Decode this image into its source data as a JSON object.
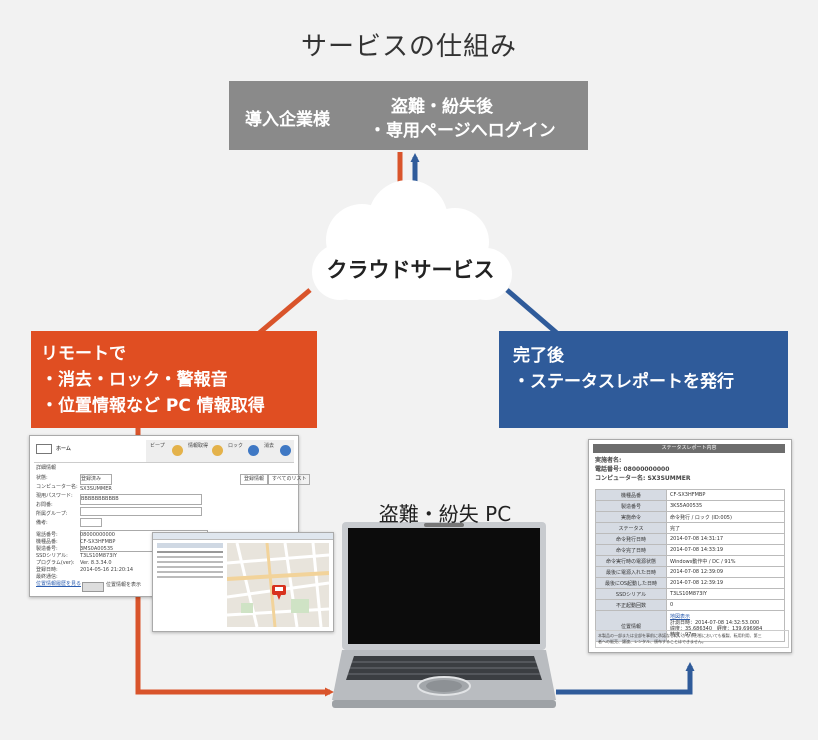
{
  "title": "サービスの仕組み",
  "customer_box": {
    "label": "導入企業様",
    "line1": "盗難・紛失後",
    "line2": "・専用ページへログイン"
  },
  "cloud": {
    "label": "クラウドサービス"
  },
  "remote_box": {
    "line1": "リモートで",
    "line2": "・消去・ロック・警報音",
    "line3": "・位置情報など PC 情報取得"
  },
  "report_box": {
    "line1": "完了後",
    "line2": "・ステータスレポートを発行"
  },
  "laptop": {
    "label": "盗難・紛失 PC"
  },
  "admin_screen": {
    "home_label": "ホーム",
    "toolbar": [
      "ビープ",
      "情報取得",
      "ロック",
      "消去"
    ],
    "section_label": "詳細情報",
    "buttons": [
      "登録情報",
      "すべてのリスト"
    ],
    "form_labels": [
      "状態:",
      "コンピューター名:",
      "現用パスワード:",
      "お問番:",
      "所属グループ:",
      "備考:"
    ],
    "form_values": [
      "登録済み",
      "SX3SUMMER",
      "BBBBBBBBBBB"
    ],
    "info_labels": [
      "電話番号:",
      "機種品番:",
      "製造番号:",
      "SSDシリアル:",
      "プログラム(ver):",
      "登録日時:",
      "最終通信:"
    ],
    "info_values": [
      "08000000000",
      "CF-SX3HFMBP",
      "3MS0A00535",
      "T3LS10M873IY",
      "Ver. 8.3.34.0",
      "2014-05-16 21:20:14"
    ],
    "link_label": "位置情報履歴を見る",
    "popup_button": "位置情報を表示"
  },
  "status_report": {
    "header": "ステータスレポート内容",
    "user_line": "実施者名:",
    "phone_line": "電話番号: 08000000000",
    "computer_line": "コンピューター名: SX3SUMMER",
    "rows": [
      {
        "k": "機種品番",
        "v": "CF-SX3HFMBP"
      },
      {
        "k": "製造番号",
        "v": "3KS5A00535"
      },
      {
        "k": "実施命令",
        "v": "命令発行 / ロック (ID:005)"
      },
      {
        "k": "ステータス",
        "v": "完了"
      },
      {
        "k": "命令発行日時",
        "v": "2014-07-08 14:31:17"
      },
      {
        "k": "命令完了日時",
        "v": "2014-07-08 14:33:19"
      },
      {
        "k": "命令実行時の電源状態",
        "v": "Windows動作中 / DC / 91%"
      },
      {
        "k": "最後に電源入れた日時",
        "v": "2014-07-08 12:39:09"
      },
      {
        "k": "最後にOS起動した日時",
        "v": "2014-07-08 12:39:19"
      },
      {
        "k": "SSDシリアル",
        "v": "T3LS10M873IY"
      },
      {
        "k": "不正起動回数",
        "v": "0"
      }
    ],
    "position_label": "位置情報",
    "position_link": "地図表示",
    "position_lines": [
      "計測日時：2014-07-08 14:32:53.000",
      "緯度：35.686340　経度：139.696984",
      "精度：97m"
    ],
    "footer_line1": "本製品の一部または全部を事前に承諾なしにいかなる形態においても複製、転用利用、第三",
    "footer_line2": "者への販売、譲渡、レンタル、頒布することはできません。"
  },
  "colors": {
    "background": "#f2f2f2",
    "customer_box": "#8a8a8a",
    "remote_box": "#e04e22",
    "report_box": "#2f5b9a",
    "red_arrow": "#d9542b",
    "blue_arrow": "#2f5b9a"
  },
  "icons": [
    "cloud-icon",
    "laptop-icon",
    "map-pin-icon",
    "beep-icon",
    "info-icon",
    "lock-icon",
    "erase-icon"
  ]
}
